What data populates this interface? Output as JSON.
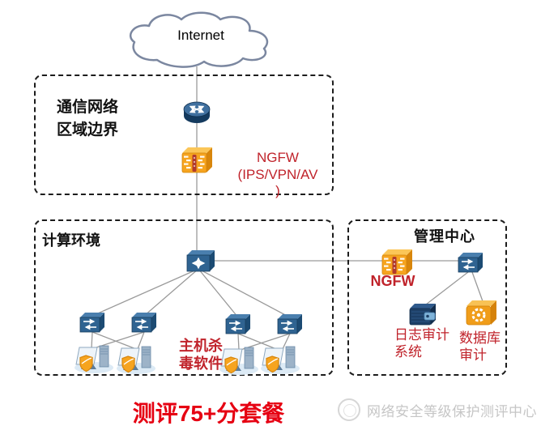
{
  "diagram": {
    "internet": {
      "label": "Internet"
    },
    "zones": {
      "boundary": {
        "line1": "通信网络",
        "line2": "区域边界"
      },
      "computing": {
        "label": "计算环境"
      },
      "management": {
        "label": "管理中心"
      }
    },
    "labels": {
      "ngfw_boundary": {
        "line1": "NGFW",
        "line2": "(IPS/VPN/AV",
        "line3": ")"
      },
      "ngfw_management": "NGFW",
      "host_antivirus": {
        "line1": "主机杀",
        "line2": "毒软件"
      },
      "log_audit": {
        "line1": "日志审计",
        "line2": "系统"
      },
      "db_audit": {
        "line1": "数据库",
        "line2": "审计"
      }
    },
    "icons": {
      "cloud": "internet-cloud-icon",
      "router": "router-icon",
      "firewall": "firewall-icon",
      "core_switch": "core-switch-icon",
      "access_switch": "access-switch-icon",
      "server": "protected-server-icon",
      "log_audit_device": "log-audit-device-icon",
      "db_audit_device": "database-audit-device-icon",
      "brand_logo": "brand-logo-icon"
    },
    "footer": {
      "title": "测评75+分套餐",
      "brand": "网络安全等级保护测评中心"
    },
    "colors": {
      "red_label": "#c0232b",
      "red_title": "#e60012",
      "orange_device": "#f6a41f",
      "navy_device": "#1d3f66",
      "switch_blue": "#2f6391",
      "wire_gray": "#999999",
      "watermark_gray": "#c6c6c6"
    }
  }
}
